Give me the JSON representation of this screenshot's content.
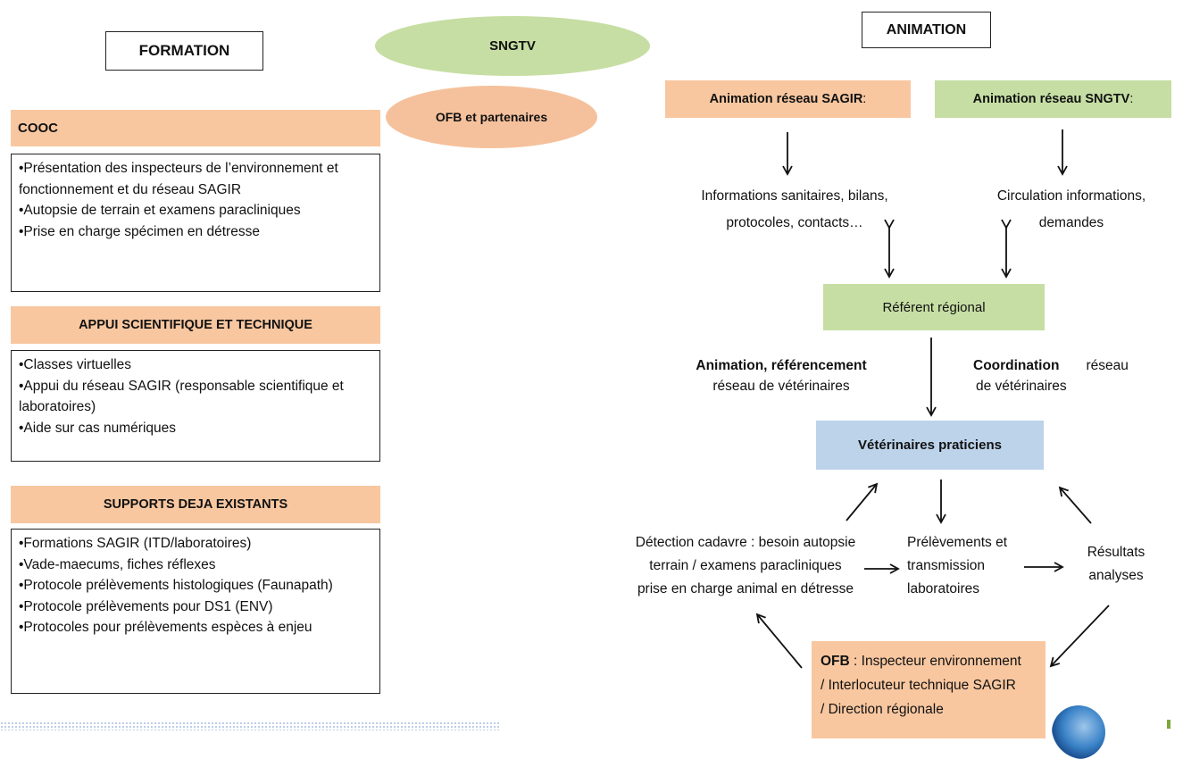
{
  "formation_title": "FORMATION",
  "animation_title": "ANIMATION",
  "sngtv_label": "SNGTV",
  "ofb_partners_label": "OFB et partenaires",
  "cooc": {
    "header": "COOC",
    "items": [
      "•Présentation des inspecteurs de l’environnement et fonctionnement  et du  réseau SAGIR",
      "•Autopsie de terrain et examens paracliniques",
      "•Prise en charge spécimen en détresse"
    ]
  },
  "appui": {
    "header": "APPUI SCIENTIFIQUE ET TECHNIQUE",
    "items": [
      "•Classes virtuelles",
      "•Appui du réseau SAGIR (responsable scientifique et laboratoires)",
      "•Aide sur cas numériques"
    ]
  },
  "supports": {
    "header": "SUPPORTS DEJA EXISTANTS",
    "items": [
      "•Formations SAGIR (ITD/laboratoires)",
      "•Vade-maecums, fiches réflexes",
      "•Protocole prélèvements histologiques (Faunapath)",
      "•Protocole prélèvements pour DS1 (ENV)",
      "•Protocoles pour prélèvements espèces à enjeu"
    ]
  },
  "anim_sagir": {
    "bold": "Animation réseau SAGIR",
    "rest": " :"
  },
  "anim_sngtv": {
    "bold": "Animation réseau SNGTV",
    "rest": " :"
  },
  "info_sanitaires": {
    "line1": "Informations sanitaires, bilans,",
    "line2": "protocoles, contacts…"
  },
  "circulation": {
    "line1": "Circulation informations,",
    "line2": "demandes"
  },
  "referent": "Référent régional",
  "animation_ref": {
    "bold": "Animation, référencement",
    "line2": "réseau de vétérinaires"
  },
  "coordination": {
    "bold": "Coordination",
    "rest": "réseau",
    "line2": "de  vétérinaires"
  },
  "veterinaires": "Vétérinaires praticiens",
  "detection": {
    "line1": "Détection cadavre : besoin autopsie",
    "line2": "terrain / examens paracliniques",
    "line3": "prise en charge animal en détresse"
  },
  "prelevements": {
    "line1": "Prélèvements et",
    "line2": "transmission",
    "line3": "laboratoires"
  },
  "resultats": {
    "line1": "Résultats",
    "line2": "analyses"
  },
  "ofb_box": {
    "bold": "OFB",
    "line1": " : Inspecteur environnement",
    "line2": "/ Interlocuteur technique SAGIR",
    "line3": "/ Direction régionale"
  },
  "colors": {
    "orange": "#f8c7a0",
    "green": "#c6dea3",
    "blue": "#bcd3ea",
    "ellipse_green": "#c6dea3",
    "ellipse_orange": "#f5c19c"
  }
}
